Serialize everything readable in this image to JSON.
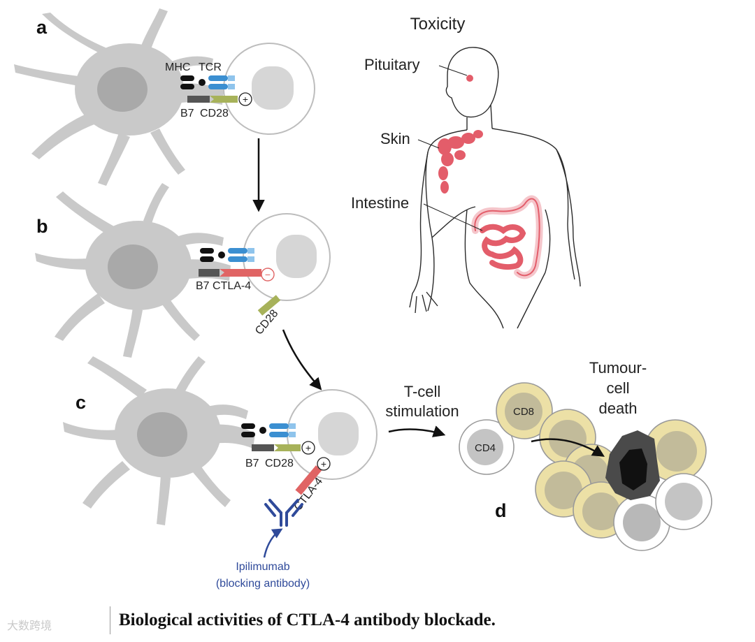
{
  "panels": {
    "a": "a",
    "b": "b",
    "c": "c",
    "d": "d"
  },
  "receptors": {
    "mhc": "MHC",
    "tcr": "TCR",
    "b7": "B7",
    "cd28": "CD28",
    "ctla4": "CTLA-4",
    "b7_ctla4": "B7 CTLA-4",
    "plus": "+",
    "minus": "−"
  },
  "antibody": {
    "name": "Ipilimumab",
    "desc": "(blocking antibody)"
  },
  "toxicity": {
    "title": "Toxicity",
    "pituitary": "Pituitary",
    "skin": "Skin",
    "intestine": "Intestine"
  },
  "tumour": {
    "stimulation_1": "T-cell",
    "stimulation_2": "stimulation",
    "death_1": "Tumour-",
    "death_2": "cell",
    "death_3": "death",
    "cd8": "CD8",
    "cd4": "CD4"
  },
  "caption": "Biological activities of CTLA-4 antibody blockade.",
  "watermark": "大数跨境",
  "colors": {
    "tcr_blue": "#3b8fd1",
    "cd28_green": "#a7b25a",
    "ctla4_red": "#e06464",
    "antibody_blue": "#2f4a9a",
    "toxicity_red": "#e35d6a",
    "cd8_yellow": "#ece0a6",
    "dendritic_grey": "#c8c8c8"
  }
}
